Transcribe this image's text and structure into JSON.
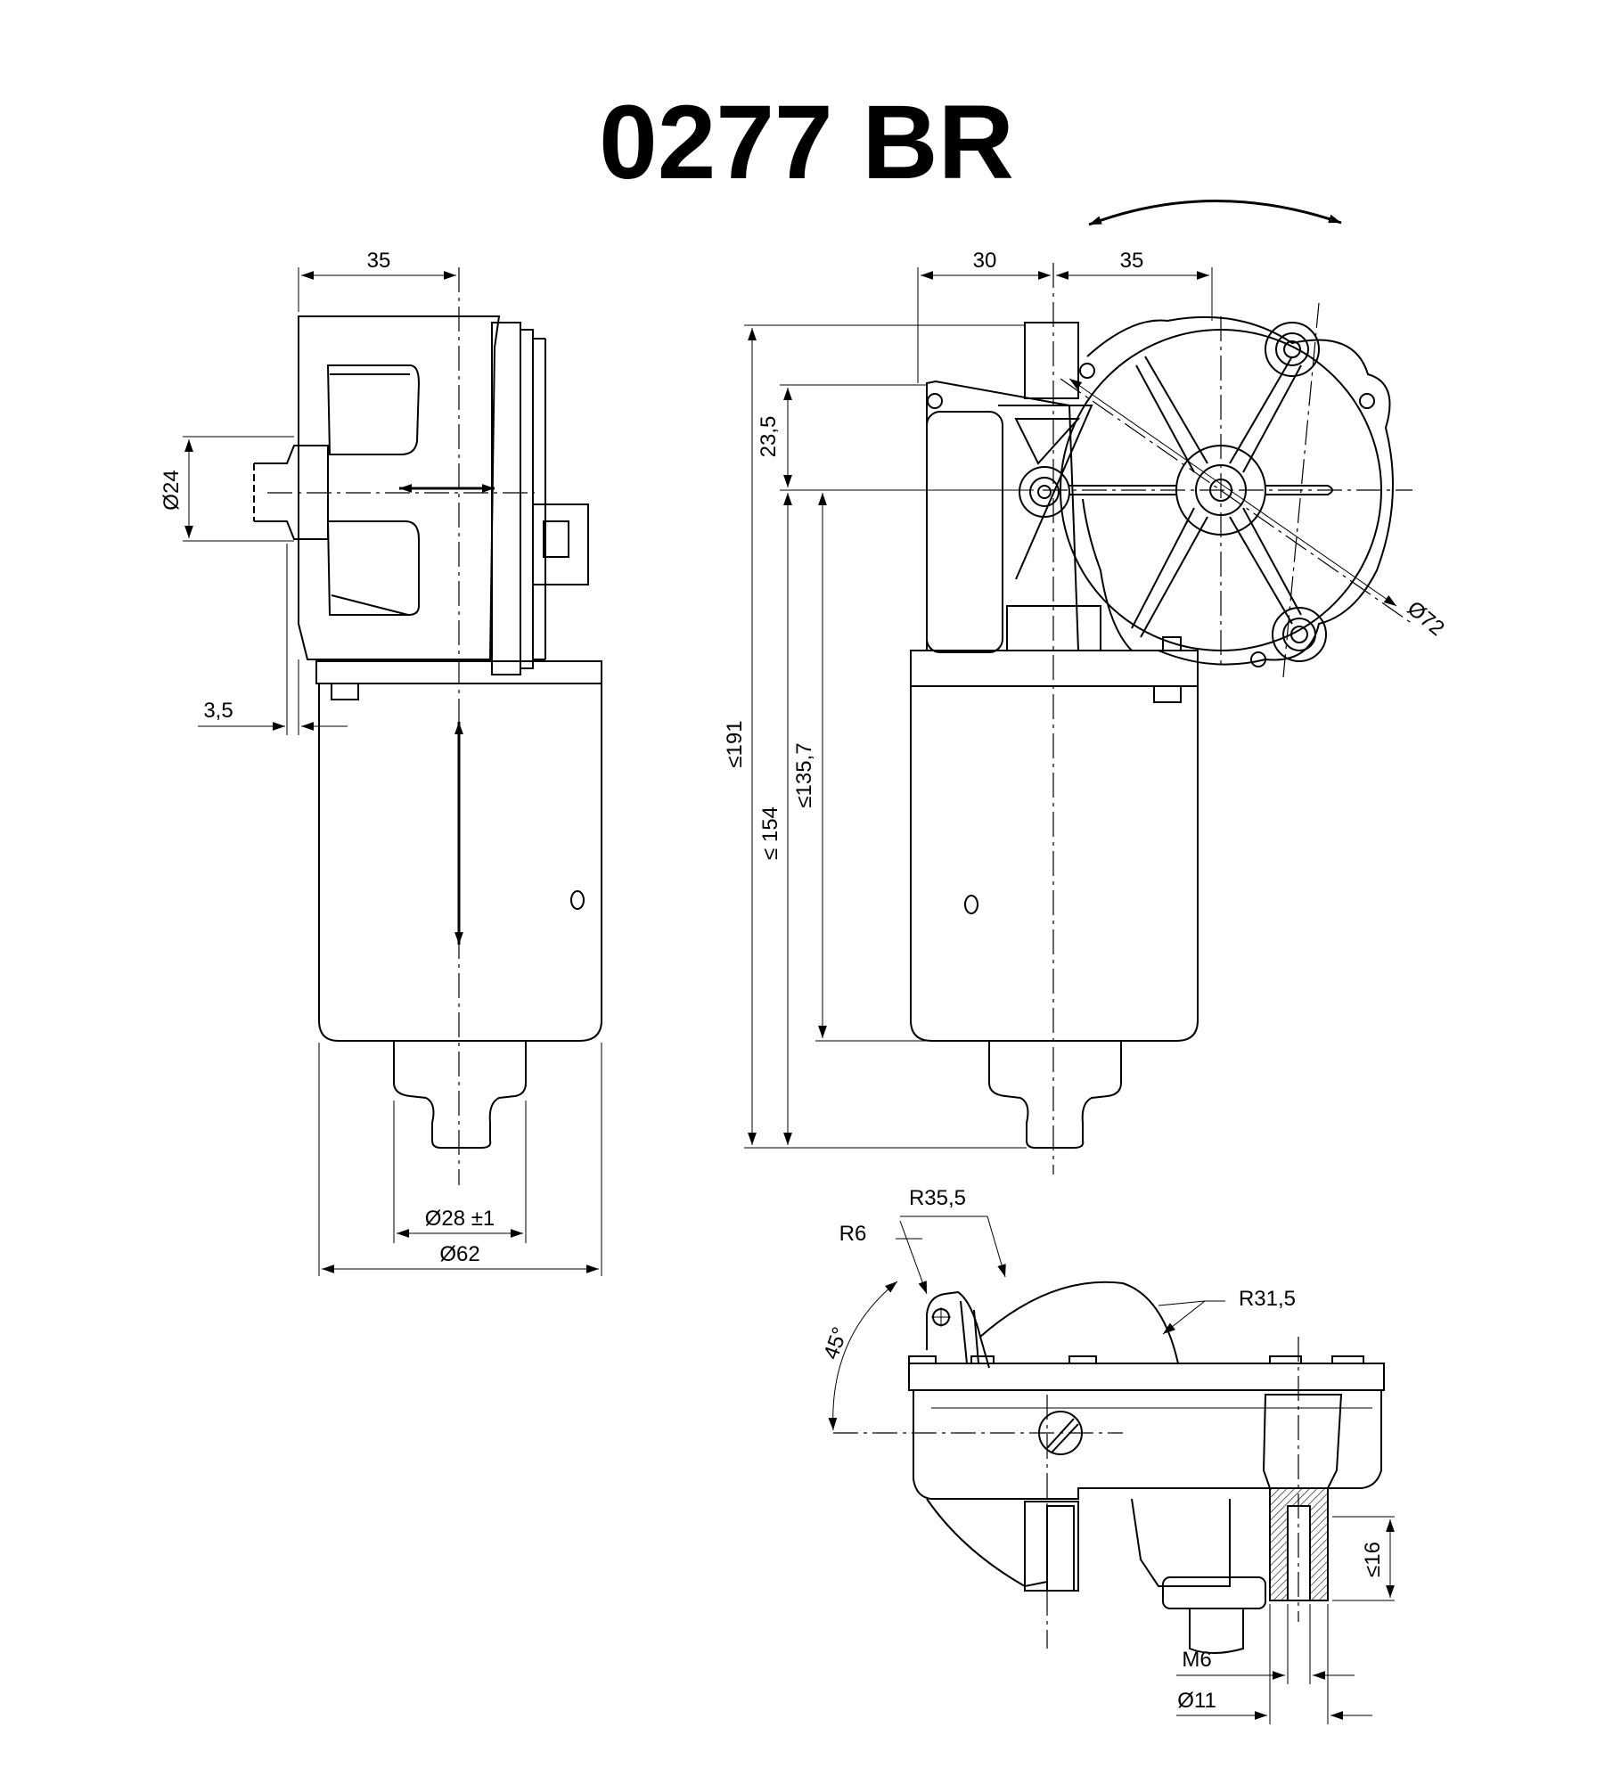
{
  "title": "0277 BR",
  "side_view": {
    "dim_top": "35",
    "dim_shaft_diameter": "Ø24",
    "dim_offset": "3,5",
    "dim_bearing_diameter": "Ø28 ±1",
    "dim_body_diameter": "Ø62"
  },
  "front_view": {
    "dim_top_left": "30",
    "dim_top_right": "35",
    "dim_pivot_height": "23,5",
    "dim_overall_length": "≤191",
    "dim_length_154": "≤ 154",
    "dim_length_135": "≤135,7",
    "dim_gear_diameter": "Ø72"
  },
  "bottom_view": {
    "dim_radius_large": "R35,5",
    "dim_radius_small": "R6",
    "dim_radius_cover": "R31,5",
    "dim_angle": "45°",
    "dim_thread_depth": "≤16",
    "dim_thread": "M6",
    "dim_boss_diameter": "Ø11"
  }
}
